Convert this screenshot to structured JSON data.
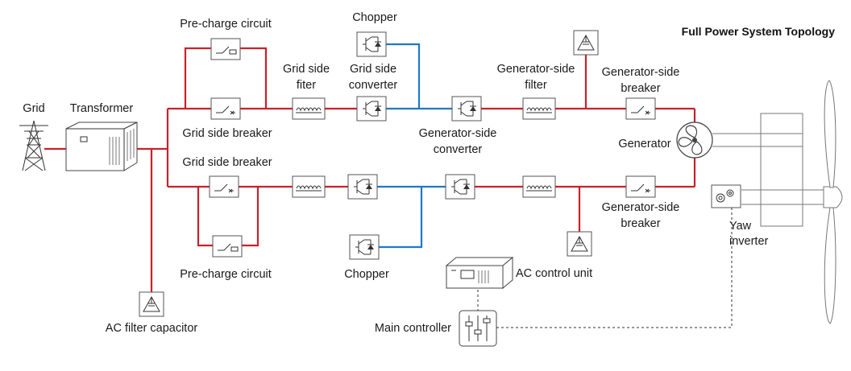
{
  "title": "Full Power System Topology",
  "labels": {
    "grid": "Grid",
    "transformer": "Transformer",
    "pre_charge_top": "Pre-charge circuit",
    "pre_charge_bottom": "Pre-charge circuit",
    "grid_side_breaker_top": "Grid side breaker",
    "grid_side_breaker_bottom": "Grid side breaker",
    "grid_side_filter_1": "Grid side",
    "grid_side_filter_2": "fiter",
    "chopper_top": "Chopper",
    "chopper_bottom": "Chopper",
    "grid_side_converter_1": "Grid side",
    "grid_side_converter_2": "converter",
    "generator_side_converter_1": "Generator-side",
    "generator_side_converter_2": "converter",
    "generator_side_filter_1": "Generator-side",
    "generator_side_filter_2": "filter",
    "generator_side_breaker_top_1": "Generator-side",
    "generator_side_breaker_top_2": "breaker",
    "generator_side_breaker_bottom_1": "Generator-side",
    "generator_side_breaker_bottom_2": "breaker",
    "generator": "Generator",
    "yaw_inverter_1": "Yaw",
    "yaw_inverter_2": "inverter",
    "ac_control_unit": "AC control unit",
    "main_controller": "Main controller",
    "ac_filter_capacitor": "AC filter capacitor"
  }
}
